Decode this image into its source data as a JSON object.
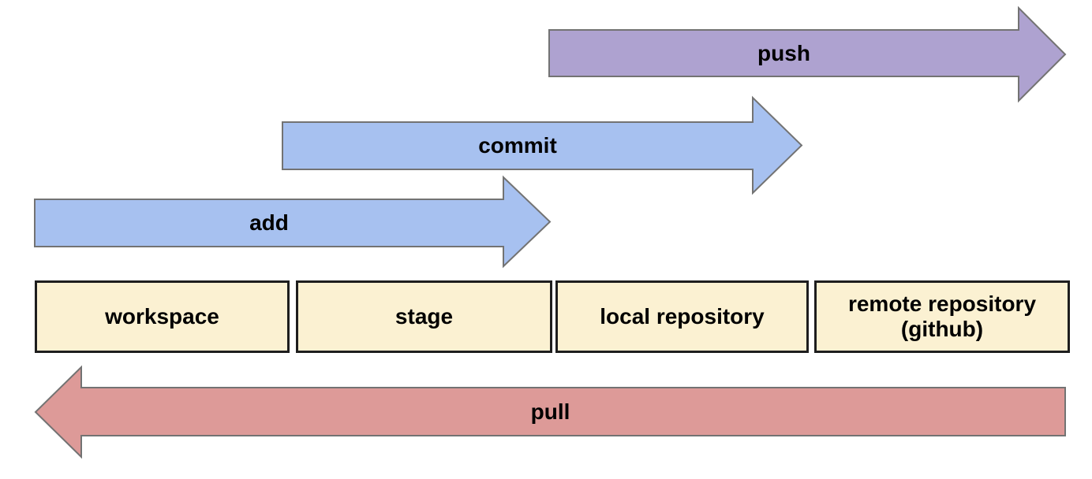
{
  "colors": {
    "background": "#ffffff",
    "arrow_blue": "#a7c1f0",
    "arrow_purple": "#aea2d0",
    "arrow_red": "#dd9a98",
    "arrow_stroke": "#737373",
    "box_fill": "#fbf1d2",
    "box_border": "#1e1e1e",
    "label_text": "#000000"
  },
  "arrows": {
    "push": {
      "label": "push",
      "direction": "right"
    },
    "commit": {
      "label": "commit",
      "direction": "right"
    },
    "add": {
      "label": "add",
      "direction": "right"
    },
    "pull": {
      "label": "pull",
      "direction": "left"
    }
  },
  "boxes": [
    {
      "label": "workspace"
    },
    {
      "label": "stage"
    },
    {
      "label": "local repository"
    },
    {
      "label": "remote repository",
      "label_line2": "(github)"
    }
  ]
}
